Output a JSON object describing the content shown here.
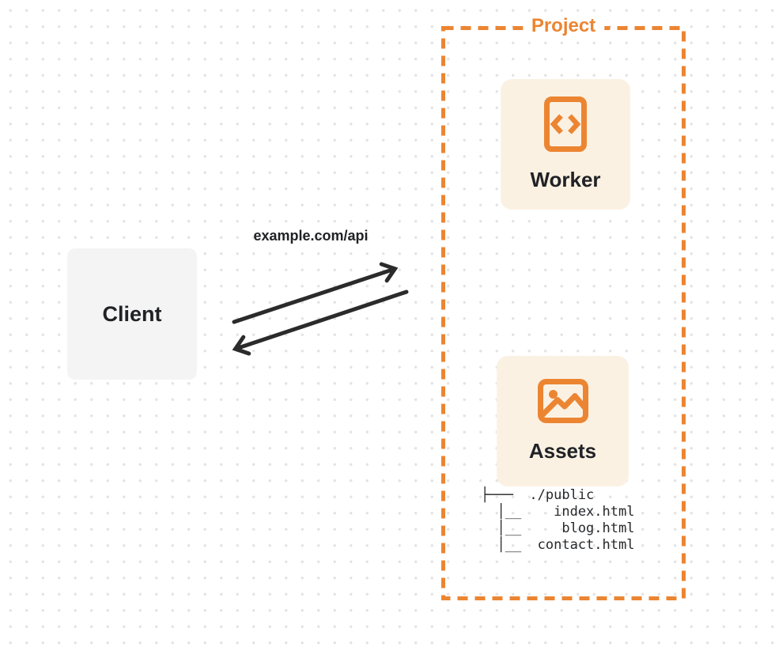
{
  "title": "Client to Project request diagram",
  "colors": {
    "orange": "#EC8532",
    "cream": "#FBF1E3",
    "client-bg": "#F4F4F5",
    "arrow": "#2B2B2B",
    "text-dark": "#202226",
    "dot": "#E4E4E6",
    "page-bg": "#FFFFFF"
  },
  "client": {
    "label": "Client"
  },
  "request": {
    "label": "example.com/api"
  },
  "project": {
    "label": "Project",
    "worker": {
      "label": "Worker",
      "icon": "code-icon"
    },
    "assets": {
      "label": "Assets",
      "icon": "image-icon"
    },
    "file_tree": {
      "root": "./public",
      "files": [
        "index.html",
        "blog.html",
        "contact.html"
      ]
    }
  }
}
